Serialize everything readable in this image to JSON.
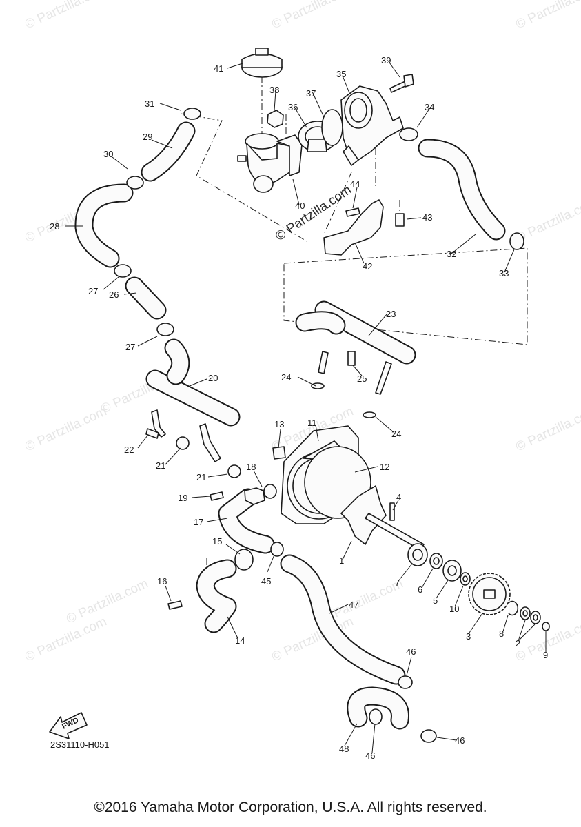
{
  "watermark_text": "© Partzilla.com",
  "diagram_code": "2S31110-H051",
  "fwd_label": "FWD",
  "copyright": "©2016 Yamaha Motor Corporation, U.S.A. All rights reserved.",
  "callouts": [
    "1",
    "2",
    "3",
    "4",
    "5",
    "6",
    "7",
    "8",
    "9",
    "10",
    "11",
    "12",
    "13",
    "14",
    "15",
    "16",
    "17",
    "18",
    "19",
    "20",
    "21",
    "22",
    "23",
    "24",
    "25",
    "26",
    "27",
    "28",
    "29",
    "30",
    "31",
    "32",
    "33",
    "34",
    "35",
    "36",
    "37",
    "38",
    "39",
    "40",
    "41",
    "42",
    "43",
    "44",
    "45",
    "46",
    "47",
    "48"
  ]
}
